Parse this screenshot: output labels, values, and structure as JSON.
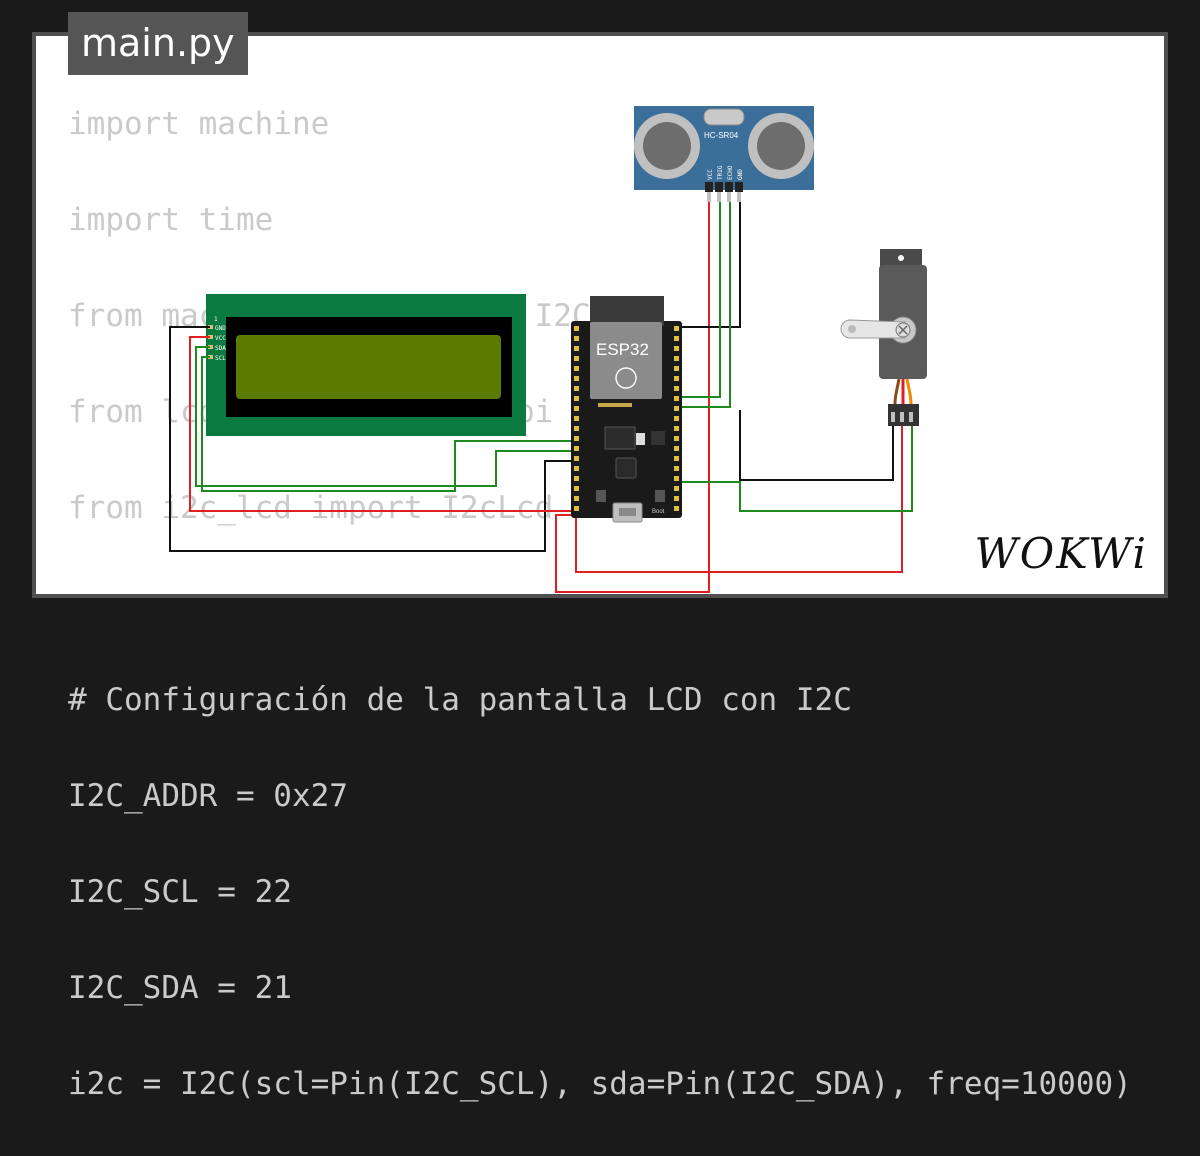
{
  "file_tab": {
    "label": "main.py"
  },
  "code_lines": [
    "import machine",
    "import time",
    "from machine import Pin, I2C",
    "from lcd_api import LcdApi",
    "from i2c_lcd import I2cLcd",
    "",
    "# Configuración de la pantalla LCD con I2C",
    "I2C_ADDR = 0x27",
    "I2C_SCL = 22",
    "I2C_SDA = 21",
    "i2c = I2C(scl=Pin(I2C_SCL), sda=Pin(I2C_SDA), freq=10000)"
  ],
  "lcd": {
    "pin1": "1",
    "pins": [
      "GND",
      "VCC",
      "SDA",
      "SCL"
    ]
  },
  "esp32": {
    "label": "ESP32",
    "boot_label": "Boot"
  },
  "ultrasonic": {
    "label": "HC-SR04",
    "pins": [
      "VCC",
      "TRIG",
      "ECHO",
      "GND"
    ]
  },
  "brand": {
    "logo_text": "WOKWi"
  },
  "colors": {
    "wire_red": "#e02020",
    "wire_black": "#111111",
    "wire_green": "#1e8a1e",
    "lcd_pcb": "#0a7a40",
    "lcd_screen": "#5a7a00",
    "sensor_blue": "#3b6e99",
    "servo_body": "#5a5a5a"
  }
}
